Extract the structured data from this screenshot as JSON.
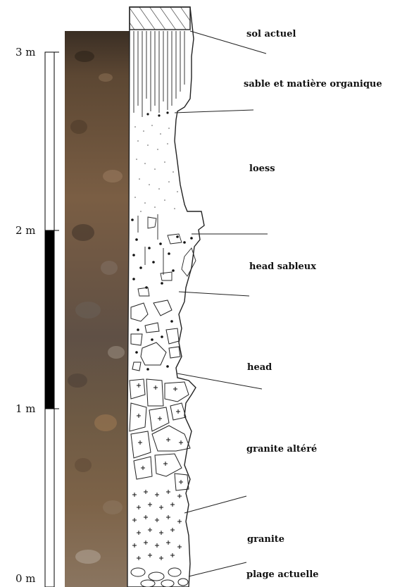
{
  "scale": {
    "unit": "m",
    "ticks": [
      {
        "value": 0,
        "label": "0 m"
      },
      {
        "value": 1,
        "label": "1 m"
      },
      {
        "value": 2,
        "label": "2 m"
      },
      {
        "value": 3,
        "label": "3 m"
      }
    ]
  },
  "layers": [
    {
      "id": "sol-actuel",
      "label": "sol actuel"
    },
    {
      "id": "sable-organique",
      "label": "sable et matière organique"
    },
    {
      "id": "loess",
      "label": "loess"
    },
    {
      "id": "head-sableux",
      "label": "head sableux"
    },
    {
      "id": "head",
      "label": "head"
    },
    {
      "id": "granite-altere",
      "label": "granite altéré"
    },
    {
      "id": "granite",
      "label": "granite"
    },
    {
      "id": "plage-actuelle",
      "label": "plage actuelle"
    }
  ]
}
